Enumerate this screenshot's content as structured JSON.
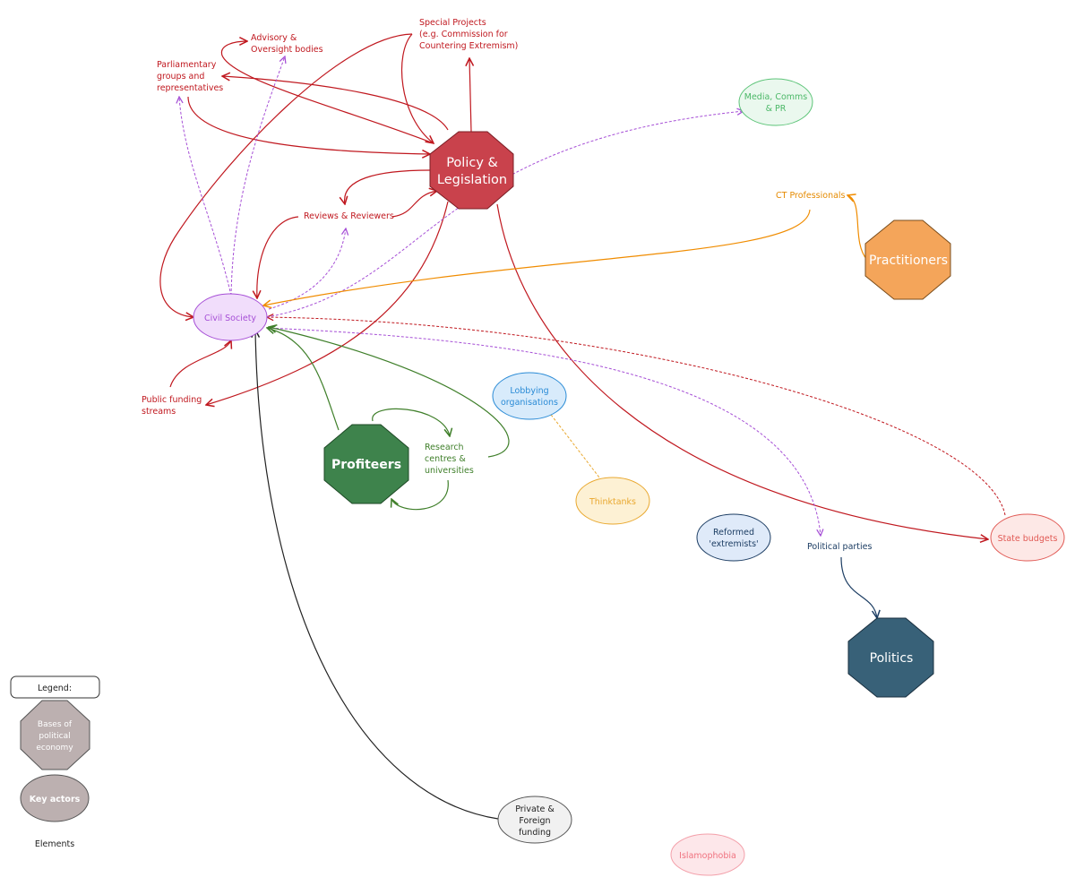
{
  "colors": {
    "policy_red": "#c9424c",
    "dark_red": "#c0181f",
    "civil_purple": "#a64fd6",
    "civil_fill": "#f1ddfb",
    "practitioners_orange": "#f4a55a",
    "orange_text": "#e58a00",
    "profiteers_green": "#3e834c",
    "green_text": "#3f7f2a",
    "politics_blue": "#386178",
    "navy": "#1c3d63",
    "media_green": "#5cc478",
    "lobby_blue": "#2a8bd6",
    "thinktank_gold": "#e9a82f",
    "state_red": "#e15a55",
    "legend_grey": "#bcb0b0",
    "islamophobia_pink": "#f0727f"
  },
  "bases": {
    "policy": "Policy & Legislation",
    "practitioners": "Practitioners",
    "profiteers": "Profiteers",
    "politics": "Politics"
  },
  "actors": {
    "civil_society": "Civil Society",
    "media": "Media, Comms & PR",
    "lobbying": "Lobbying organisations",
    "thinktanks": "Thinktanks",
    "reformed": "Reformed 'extremists'",
    "state_budgets": "State budgets",
    "private_funding": "Private & Foreign funding",
    "islamophobia": "Islamophobia"
  },
  "elements": {
    "special_projects": "Special Projects (e.g. Commission for Countering Extremism)",
    "advisory": "Advisory & Oversight bodies",
    "parliamentary": "Parliamentary groups and representatives",
    "reviews": "Reviews & Reviewers",
    "public_funding": "Public funding streams",
    "ct_professionals": "CT Professionals",
    "research": "Research centres & universities",
    "political_parties": "Political parties"
  },
  "legend": {
    "title": "Legend:",
    "bases": "Bases of political economy",
    "actors": "Key actors",
    "elements": "Elements"
  }
}
